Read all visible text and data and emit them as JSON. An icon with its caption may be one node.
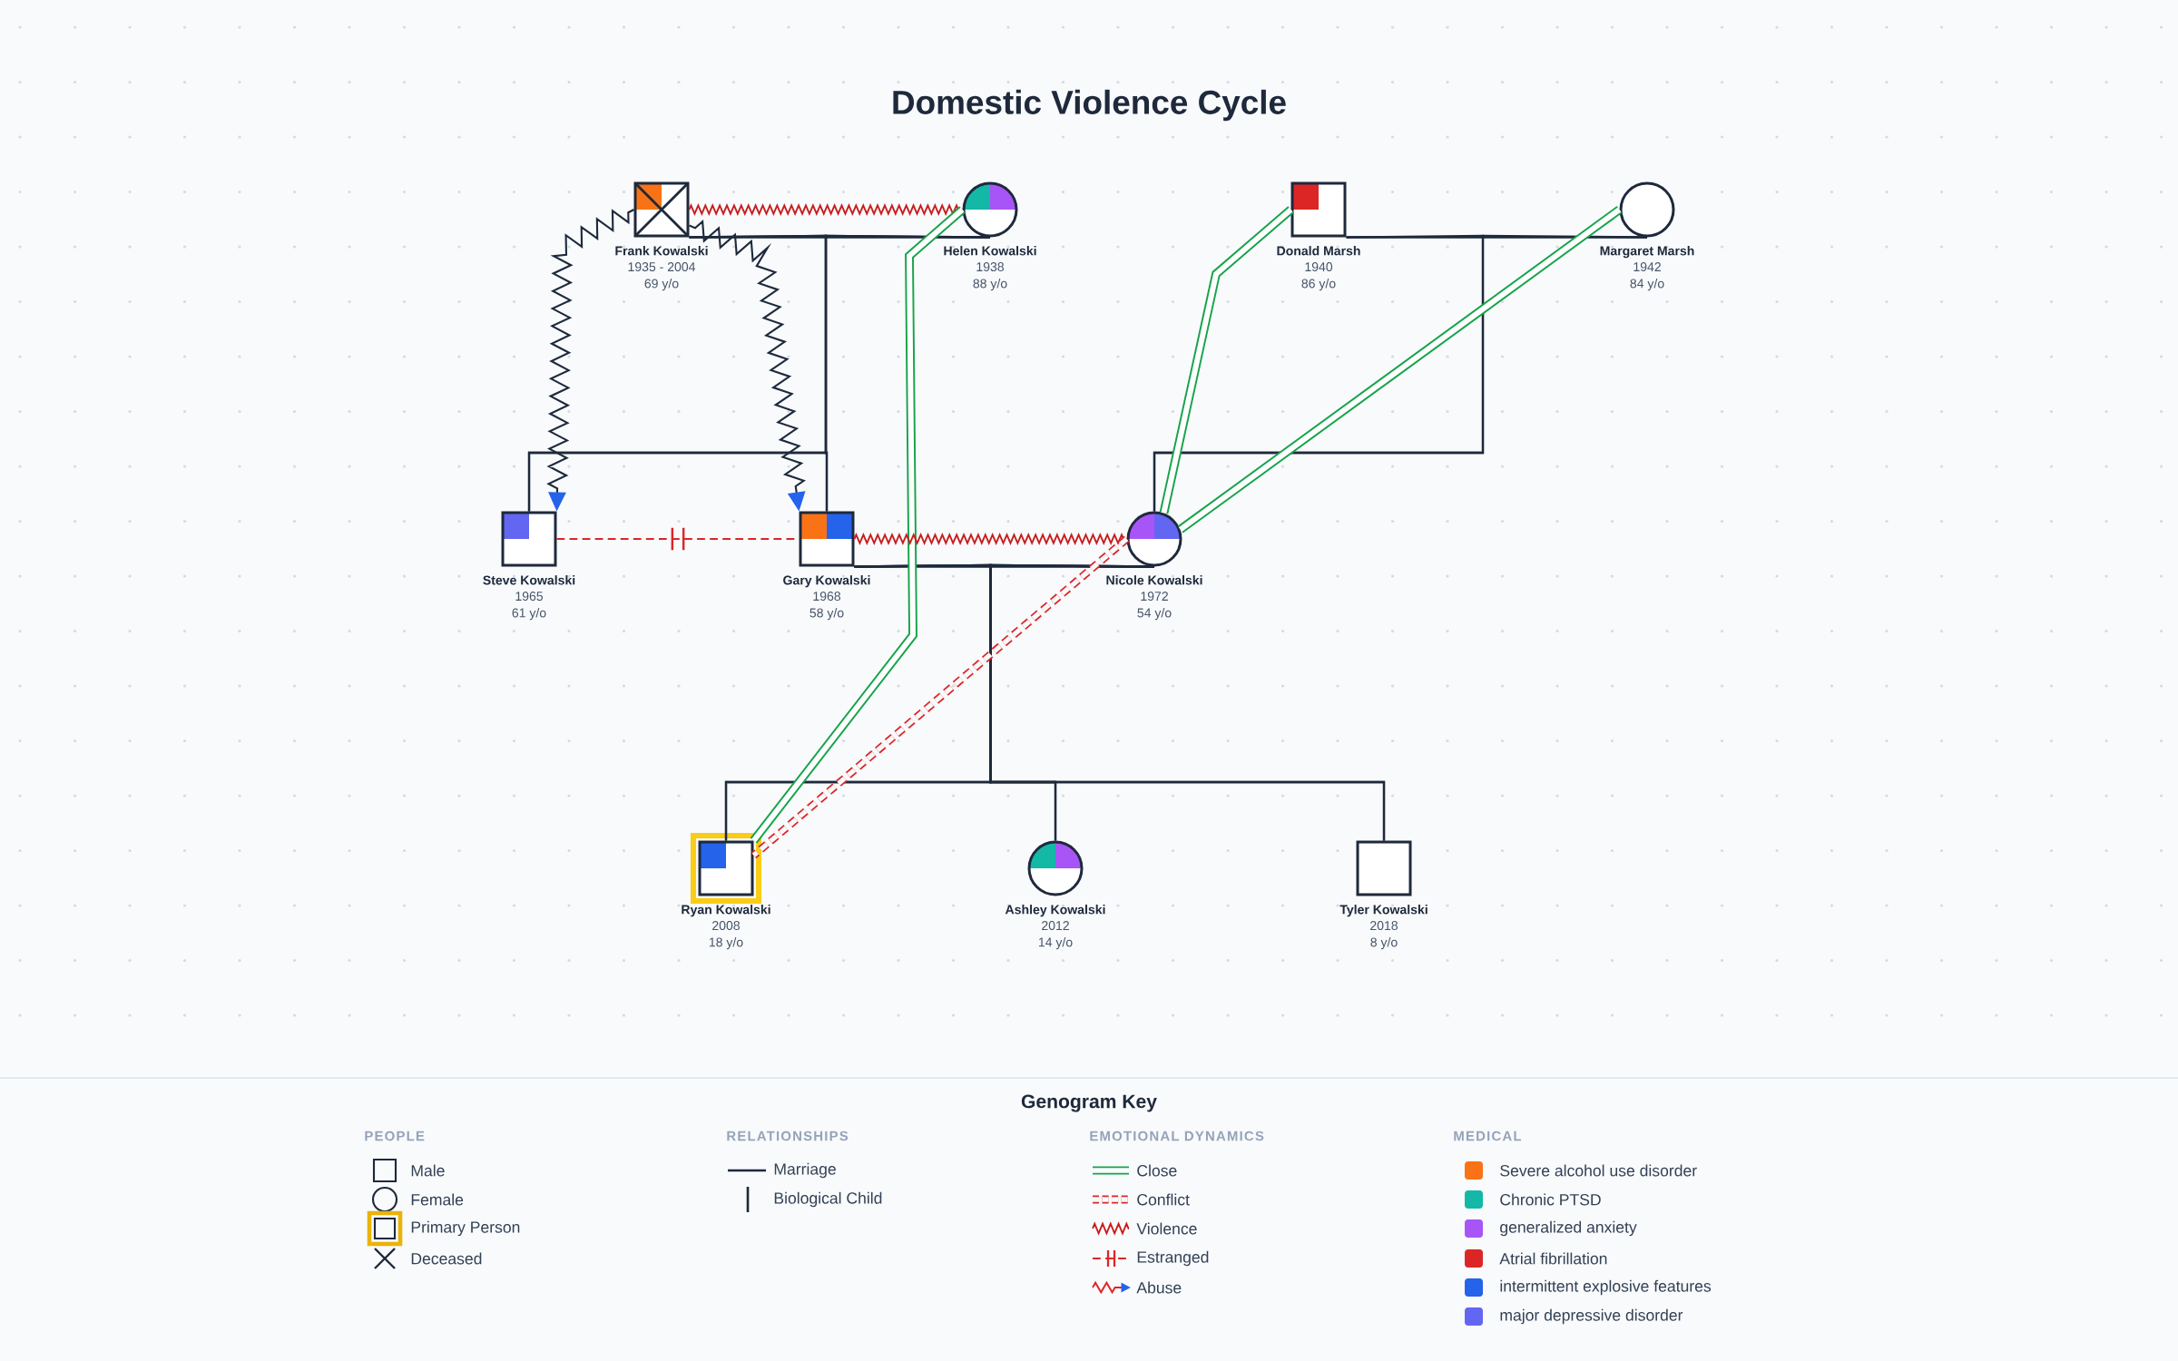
{
  "diagram": {
    "title": "Domestic Violence Cycle",
    "nodes": [
      {
        "text": [
          "Frank Kowalski",
          "1935 - 2004",
          "69 y/o"
        ]
      },
      {
        "text": [
          "Helen Kowalski",
          "1938",
          "88 y/o"
        ]
      },
      {
        "text": [
          "Donald Marsh",
          "1940",
          "86 y/o"
        ]
      },
      {
        "text": [
          "Margaret Marsh",
          "1942",
          "84 y/o"
        ]
      },
      {
        "text": [
          "Steve Kowalski",
          "1965",
          "61 y/o"
        ]
      },
      {
        "text": [
          "Gary Kowalski",
          "1968",
          "58 y/o"
        ]
      },
      {
        "text": [
          "Nicole Kowalski",
          "1972",
          "54 y/o"
        ]
      },
      {
        "text": [
          "Ryan Kowalski",
          "2008",
          "18 y/o"
        ]
      },
      {
        "text": [
          "Ashley Kowalski",
          "2012",
          "14 y/o"
        ]
      },
      {
        "text": [
          "Tyler Kowalski",
          "2018",
          "8 y/o"
        ]
      }
    ],
    "edges": [
      {
        "from": 0,
        "to": 1,
        "arrow": "none"
      },
      {
        "from": 2,
        "to": 3,
        "arrow": "none"
      },
      {
        "from": 5,
        "to": 6,
        "arrow": "none"
      },
      {
        "from": 0,
        "to": 4,
        "arrow": "none"
      },
      {
        "from": 1,
        "to": 4,
        "arrow": "none"
      },
      {
        "from": 0,
        "to": 5,
        "arrow": "none"
      },
      {
        "from": 1,
        "to": 5,
        "arrow": "none"
      },
      {
        "from": 2,
        "to": 6,
        "arrow": "none"
      },
      {
        "from": 3,
        "to": 6,
        "arrow": "none"
      },
      {
        "from": 5,
        "to": 7,
        "arrow": "none"
      },
      {
        "from": 6,
        "to": 7,
        "arrow": "none"
      },
      {
        "from": 5,
        "to": 8,
        "arrow": "none"
      },
      {
        "from": 6,
        "to": 8,
        "arrow": "none"
      },
      {
        "from": 5,
        "to": 9,
        "arrow": "none"
      },
      {
        "from": 6,
        "to": 9,
        "arrow": "none"
      },
      {
        "from": 0,
        "to": 1,
        "arrow": "none",
        "color": "#c81e1e"
      },
      {
        "from": 0,
        "to": 4,
        "arrow": "to"
      },
      {
        "from": 0,
        "to": 5,
        "arrow": "to"
      },
      {
        "from": 1,
        "to": 7,
        "arrow": "none",
        "style": "thick",
        "color": "#16a34a"
      },
      {
        "from": 2,
        "to": 6,
        "arrow": "none",
        "style": "thick",
        "color": "#16a34a"
      },
      {
        "from": 3,
        "to": 6,
        "arrow": "none",
        "style": "thick",
        "color": "#16a34a"
      },
      {
        "from": 4,
        "to": 5,
        "arrow": "none",
        "style": "dashed",
        "color": "#dc2626"
      },
      {
        "from": 5,
        "to": 6,
        "arrow": "none",
        "color": "#c81e1e"
      },
      {
        "from": 6,
        "to": 7,
        "arrow": "none",
        "style": "dashed",
        "color": "#dc2626"
      }
    ],
    "labels": [
      "Genogram Key",
      "PEOPLE",
      "RELATIONSHIPS",
      "EMOTIONAL DYNAMICS",
      "MEDICAL"
    ],
    "legend": [
      {
        "text": "Male"
      },
      {
        "text": "Female"
      },
      {
        "text": "Primary Person"
      },
      {
        "text": "Deceased"
      },
      {
        "text": "Marriage"
      },
      {
        "text": "Biological Child"
      },
      {
        "text": "Close"
      },
      {
        "text": "Conflict"
      },
      {
        "text": "Violence"
      },
      {
        "text": "Estranged"
      },
      {
        "text": "Abuse"
      },
      {
        "text": "Severe alcohol use disorder",
        "color": "#f97316"
      },
      {
        "text": "Chronic PTSD",
        "color": "#14b8a6"
      },
      {
        "text": "generalized anxiety",
        "color": "#a855f7"
      },
      {
        "text": "Atrial fibrillation",
        "color": "#dc2626"
      },
      {
        "text": "intermittent explosive features",
        "color": "#2563eb"
      },
      {
        "text": "major depressive disorder",
        "color": "#6366f1"
      }
    ]
  }
}
